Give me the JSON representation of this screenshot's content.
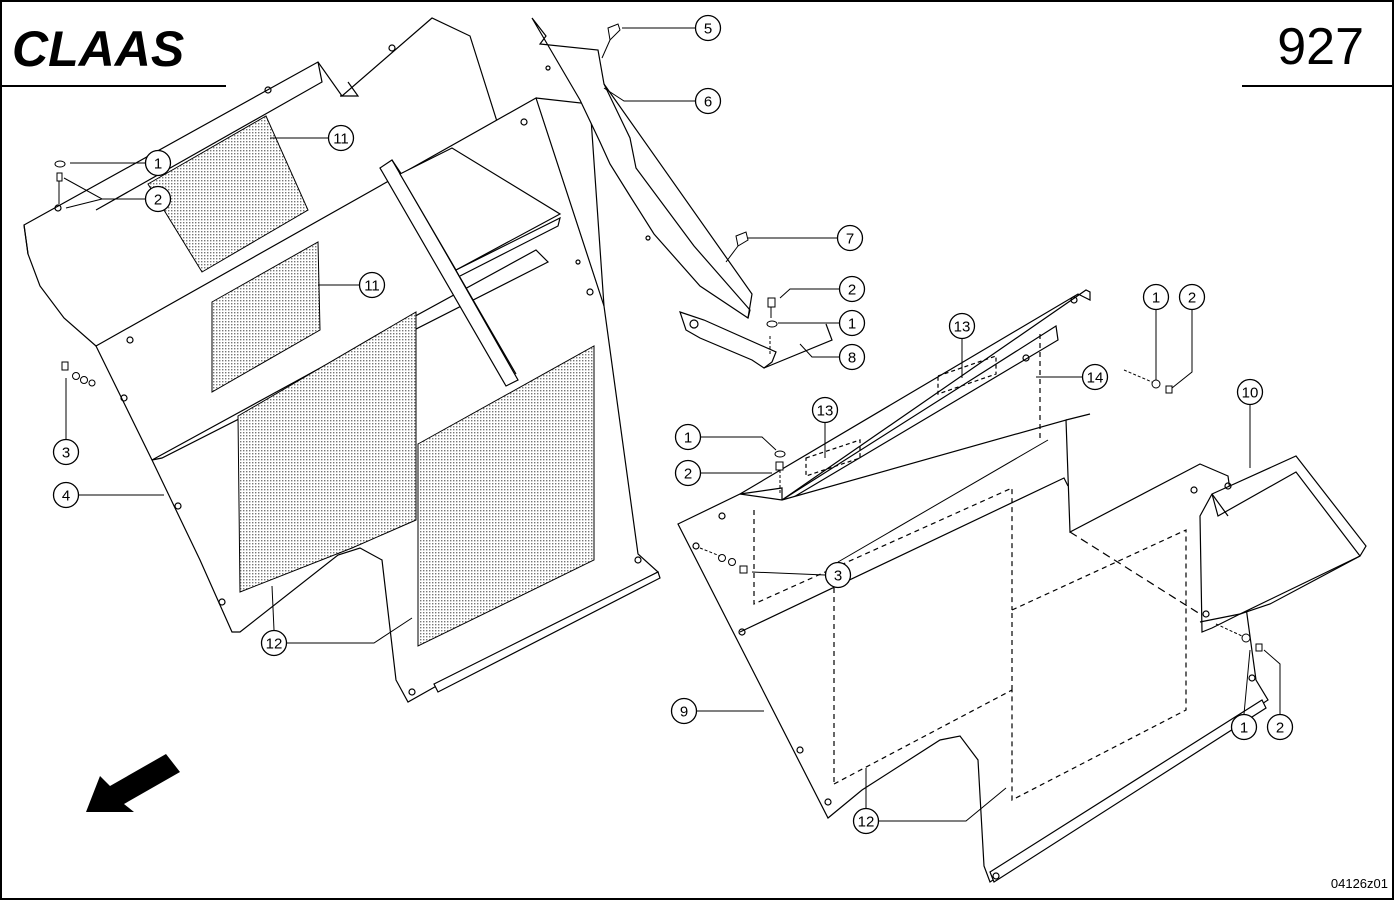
{
  "header": {
    "brand": "CLAAS",
    "page_number": "927"
  },
  "footer": {
    "drawing_id": "04126z01"
  },
  "colors": {
    "ink": "#000000",
    "paper": "#ffffff",
    "mesh": "#b8b8b8"
  },
  "callouts": [
    {
      "label": "1"
    },
    {
      "label": "2"
    },
    {
      "label": "3"
    },
    {
      "label": "4"
    },
    {
      "label": "11"
    },
    {
      "label": "11"
    },
    {
      "label": "12"
    },
    {
      "label": "5"
    },
    {
      "label": "6"
    },
    {
      "label": "7"
    },
    {
      "label": "2"
    },
    {
      "label": "1"
    },
    {
      "label": "8"
    },
    {
      "label": "13"
    },
    {
      "label": "14"
    },
    {
      "label": "1"
    },
    {
      "label": "2"
    },
    {
      "label": "13"
    },
    {
      "label": "1"
    },
    {
      "label": "2"
    },
    {
      "label": "10"
    },
    {
      "label": "3"
    },
    {
      "label": "9"
    },
    {
      "label": "1"
    },
    {
      "label": "2"
    },
    {
      "label": "12"
    }
  ],
  "icons": {
    "direction_arrow": "arrow-down-left-icon"
  }
}
